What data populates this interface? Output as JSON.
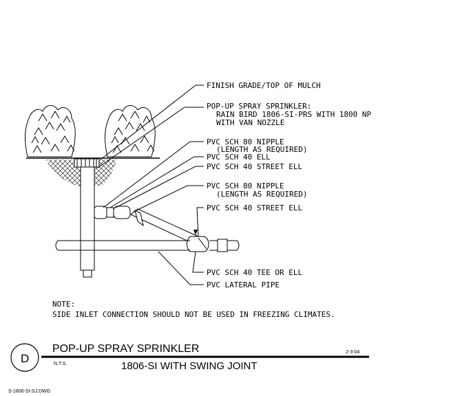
{
  "labels": {
    "finish_grade": "FINISH GRADE/TOP OF MULCH",
    "sprinkler_l1": "POP-UP SPRAY SPRINKLER:",
    "sprinkler_l2": "RAIN BIRD 1806-SI-PRS WITH 1800 NP",
    "sprinkler_l3": "WITH VAN NOZZLE",
    "nipple1_l1": "PVC SCH 80 NIPPLE",
    "nipple1_l2": "(LENGTH AS REQUIRED)",
    "ell": "PVC SCH 40 ELL",
    "street_ell1": "PVC SCH 40 STREET ELL",
    "nipple2_l1": "PVC SCH 80 NIPPLE",
    "nipple2_l2": "(LENGTH AS REQUIRED)",
    "street_ell2": "PVC SCH 40 STREET ELL",
    "tee": "PVC SCH 40 TEE OR ELL",
    "lateral": "PVC LATERAL PIPE"
  },
  "note": {
    "heading": "NOTE:",
    "text": "SIDE INLET CONNECTION SHOULD NOT BE USED IN FREEZING CLIMATES."
  },
  "title_block": {
    "detail_letter": "D",
    "title": "POP-UP SPRAY SPRINKLER",
    "scale": "N.T.S.",
    "subtitle": "1806-SI WITH SWING JOINT",
    "date": "2-3-04",
    "filename": "S-1806-SI-SJ.DWG"
  }
}
